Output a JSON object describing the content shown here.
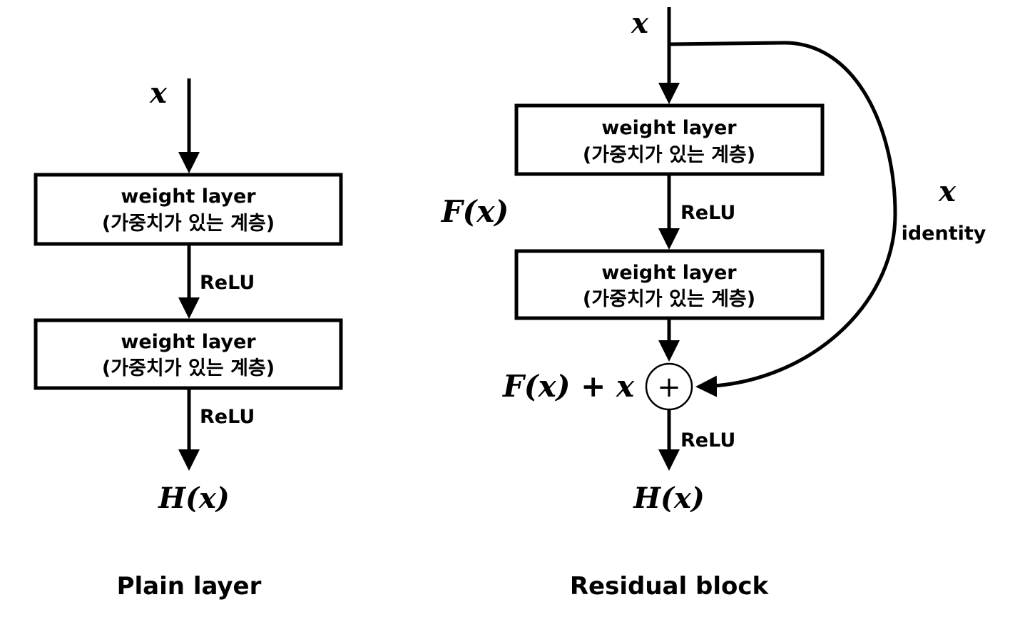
{
  "plain": {
    "input_label": "x",
    "layer1_line1": "weight layer",
    "layer1_line2": "(가중치가 있는 계층)",
    "relu1": "ReLU",
    "layer2_line1": "weight layer",
    "layer2_line2": "(가중치가 있는 계층)",
    "relu2": "ReLU",
    "output_label": "H(x)",
    "caption": "Plain layer"
  },
  "residual": {
    "input_label": "x",
    "layer1_line1": "weight layer",
    "layer1_line2": "(가중치가 있는 계층)",
    "relu1": "ReLU",
    "layer2_line1": "weight layer",
    "layer2_line2": "(가중치가 있는 계층)",
    "fx_label": "F(x)",
    "skip_label": "x",
    "skip_name": "identity",
    "sum_label": "F(x) + x",
    "sum_symbol": "+",
    "relu2": "ReLU",
    "output_label": "H(x)",
    "caption": "Residual block"
  }
}
